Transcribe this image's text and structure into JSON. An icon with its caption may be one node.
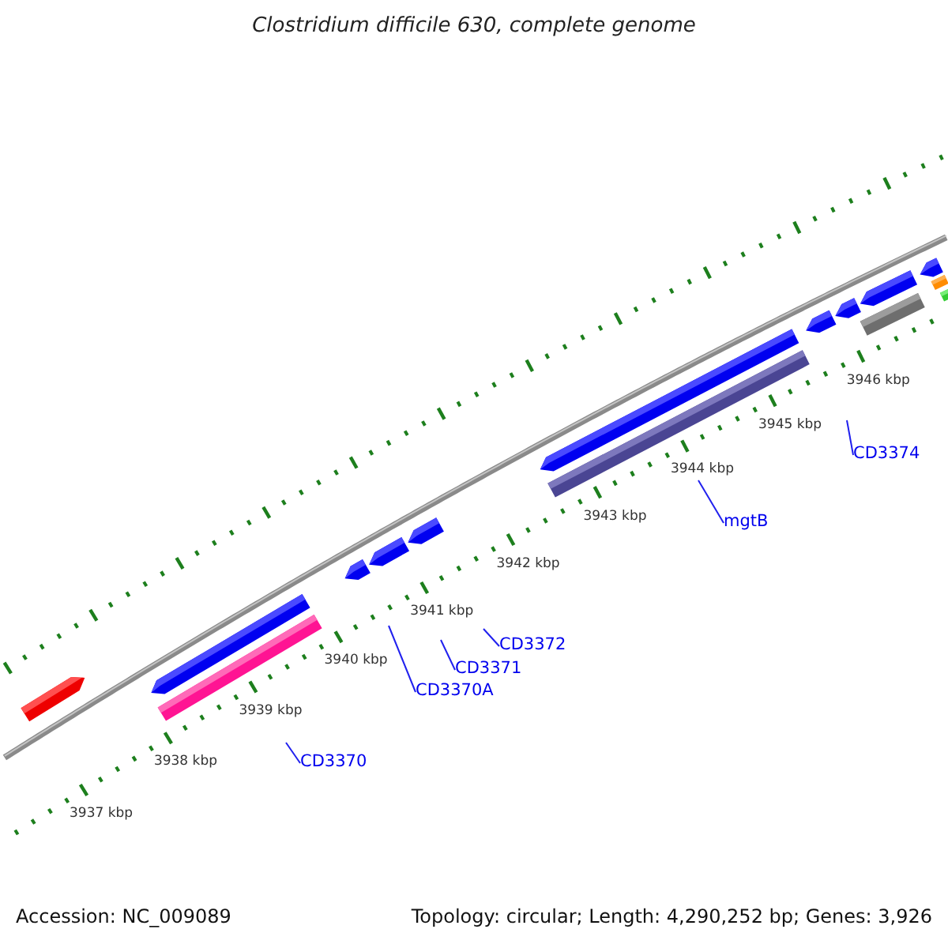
{
  "diagram": {
    "title": "Clostridium difficile 630, complete genome",
    "nodes": [
      {
        "text": [
          "CD3370"
        ]
      },
      {
        "text": [
          "CD3370A"
        ]
      },
      {
        "text": [
          "CD3371"
        ]
      },
      {
        "text": [
          "CD3372"
        ]
      },
      {
        "text": [
          "mgtB"
        ]
      },
      {
        "text": [
          "CD3374"
        ]
      }
    ],
    "edges": [
      {
        "from": 0,
        "to": null,
        "arrow": "none"
      },
      {
        "from": 1,
        "to": null,
        "arrow": "none"
      },
      {
        "from": 2,
        "to": null,
        "arrow": "none"
      },
      {
        "from": 3,
        "to": null,
        "arrow": "none"
      },
      {
        "from": 4,
        "to": null,
        "arrow": "none"
      },
      {
        "from": 5,
        "to": null,
        "arrow": "none"
      }
    ],
    "labels": [
      "3937 kbp",
      "3938 kbp",
      "3939 kbp",
      "3940 kbp",
      "3941 kbp",
      "3942 kbp",
      "3943 kbp",
      "3944 kbp",
      "3945 kbp",
      "3946 kbp",
      "Accession: NC_009089",
      "Topology: circular; Length: 4,290,252 bp; Genes: 3,926"
    ]
  }
}
